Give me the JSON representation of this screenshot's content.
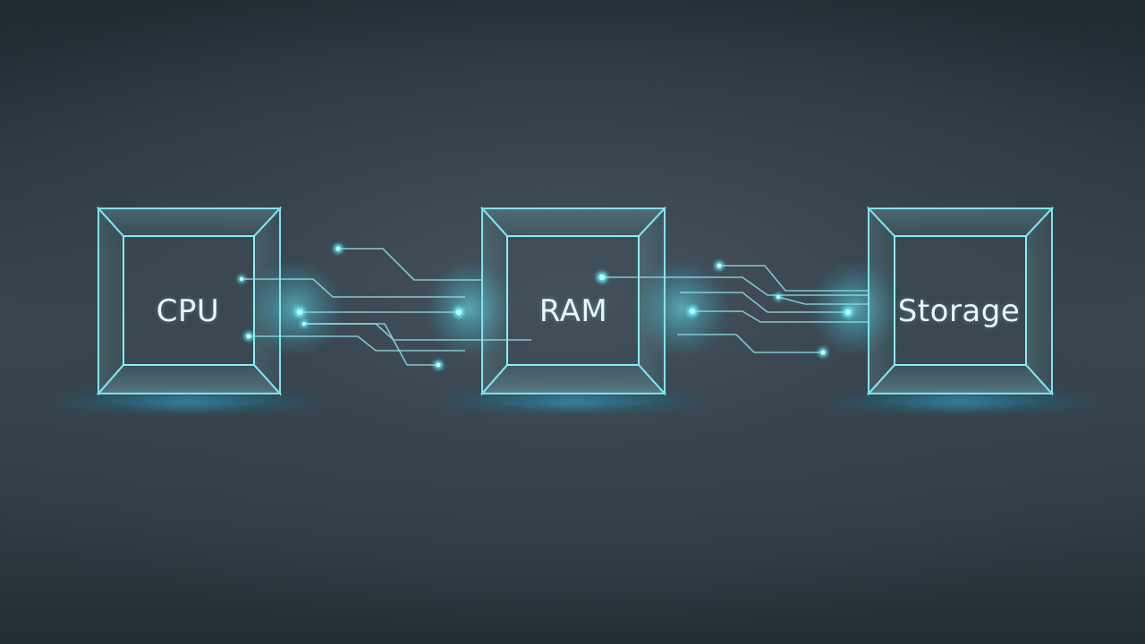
{
  "blocks": [
    {
      "id": "cpu",
      "label": "CPU"
    },
    {
      "id": "ram",
      "label": "RAM"
    },
    {
      "id": "storage",
      "label": "Storage"
    }
  ],
  "colors": {
    "background": "#2f3a42",
    "accent": "#5fe0ea",
    "glow": "#22c8f0"
  }
}
